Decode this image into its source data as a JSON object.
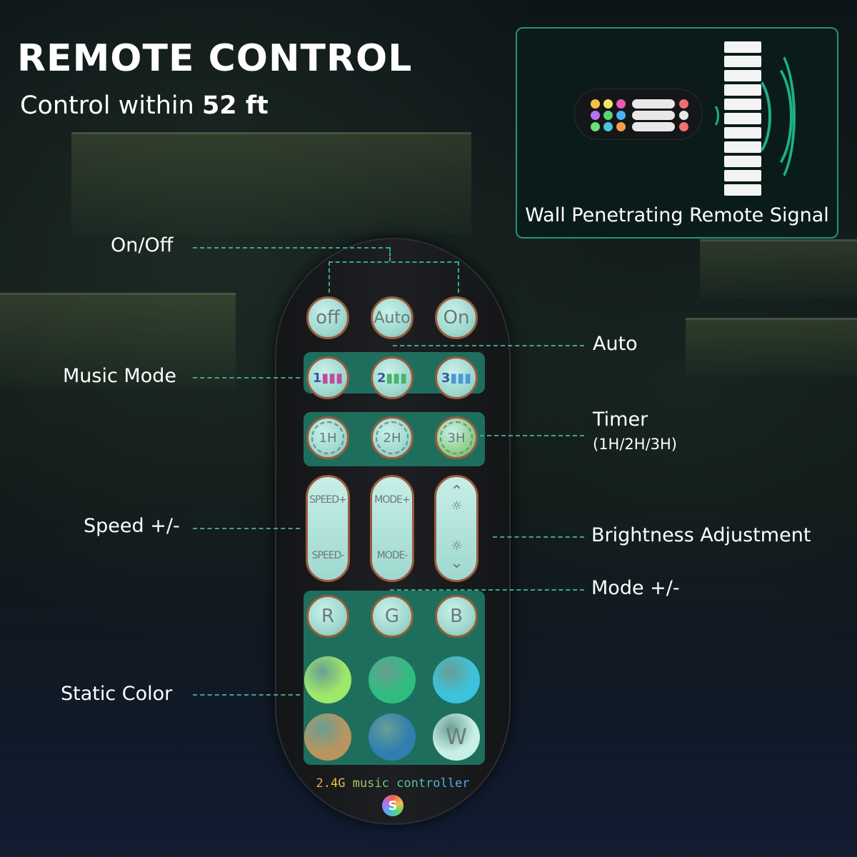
{
  "header": {
    "title": "REMOTE CONTROL",
    "subtitle_prefix": "Control within ",
    "subtitle_value": "52 ft"
  },
  "signal_panel": {
    "caption": "Wall Penetrating Remote Signal"
  },
  "remote": {
    "buttons": {
      "off": "off",
      "auto": "Auto",
      "on": "On",
      "music": [
        "1",
        "2",
        "3"
      ],
      "timer": [
        "1H",
        "2H",
        "3H"
      ],
      "speed_plus": "SPEED+",
      "speed_minus": "SPEED-",
      "mode_plus": "MODE+",
      "mode_minus": "MODE-",
      "r": "R",
      "g": "G",
      "b": "B",
      "w": "W"
    },
    "brand_text": "2.4G music controller",
    "logo_letter": "S",
    "static_colors": [
      "#9ee86a",
      "#2fbd7f",
      "#3cc3dc",
      "#b8955f",
      "#2f7fb0",
      "#c7efe6"
    ]
  },
  "callouts": {
    "on_off": "On/Off",
    "auto": "Auto",
    "music_mode": "Music Mode",
    "timer": "Timer",
    "timer_sub": "(1H/2H/3H)",
    "speed": "Speed +/-",
    "brightness": "Brightness Adjustment",
    "mode": "Mode +/-",
    "static_color": "Static Color"
  },
  "colors": {
    "accent": "#3aa88a",
    "panel_border": "#2f8f74",
    "button_fill": "#b6e6de",
    "button_ring": "#9a5b3c"
  }
}
